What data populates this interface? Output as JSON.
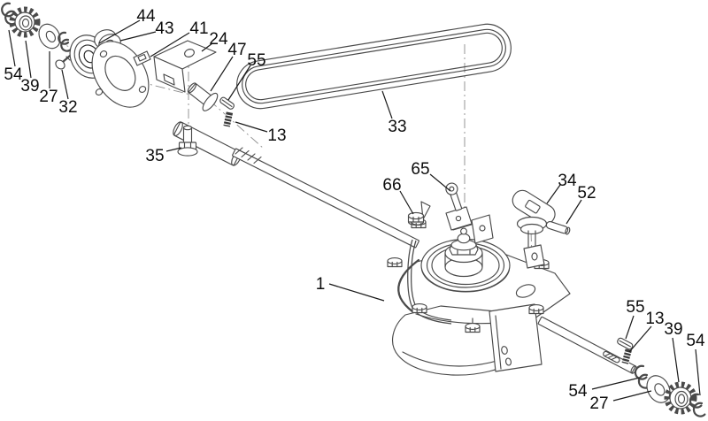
{
  "figure": {
    "kind": "exploded-parts-diagram",
    "subject": "transmission and axle drive assembly with v-belt",
    "background_color": "#ffffff",
    "line_color": "#4a4a4a",
    "label_color": "#0d0d0d",
    "part_numbers_visible": [
      "1",
      "13",
      "24",
      "27",
      "32",
      "33",
      "34",
      "35",
      "39",
      "41",
      "43",
      "44",
      "47",
      "52",
      "54",
      "55",
      "65",
      "66"
    ]
  },
  "callouts": [
    {
      "label": "44",
      "part": "bearing"
    },
    {
      "label": "43",
      "part": "spacer-pulley"
    },
    {
      "label": "41",
      "part": "bearing-retainer-plate"
    },
    {
      "label": "24",
      "part": "mounting-bracket"
    },
    {
      "label": "47",
      "part": "clevis-pin"
    },
    {
      "label": "55",
      "part": "key-front"
    },
    {
      "label": "13",
      "part": "spring-pin-front"
    },
    {
      "label": "35",
      "part": "flange-bolt"
    },
    {
      "label": "33",
      "part": "v-belt"
    },
    {
      "label": "54",
      "part": "retaining-ring-front-outer"
    },
    {
      "label": "39",
      "part": "pinion-gear-front"
    },
    {
      "label": "27",
      "part": "washer-front"
    },
    {
      "label": "32",
      "part": "screw"
    },
    {
      "label": "65",
      "part": "shoulder-screw"
    },
    {
      "label": "66",
      "part": "flange-nut"
    },
    {
      "label": "34",
      "part": "shift-lever"
    },
    {
      "label": "52",
      "part": "roll-pin"
    },
    {
      "label": "1",
      "part": "transmission-assembly"
    },
    {
      "label": "55",
      "part": "key-rear"
    },
    {
      "label": "13",
      "part": "spring-pin-rear"
    },
    {
      "label": "39",
      "part": "pinion-gear-rear"
    },
    {
      "label": "54",
      "part": "retaining-ring-rear-outer"
    },
    {
      "label": "54",
      "part": "retaining-ring-rear-inner"
    },
    {
      "label": "27",
      "part": "washer-rear"
    }
  ]
}
